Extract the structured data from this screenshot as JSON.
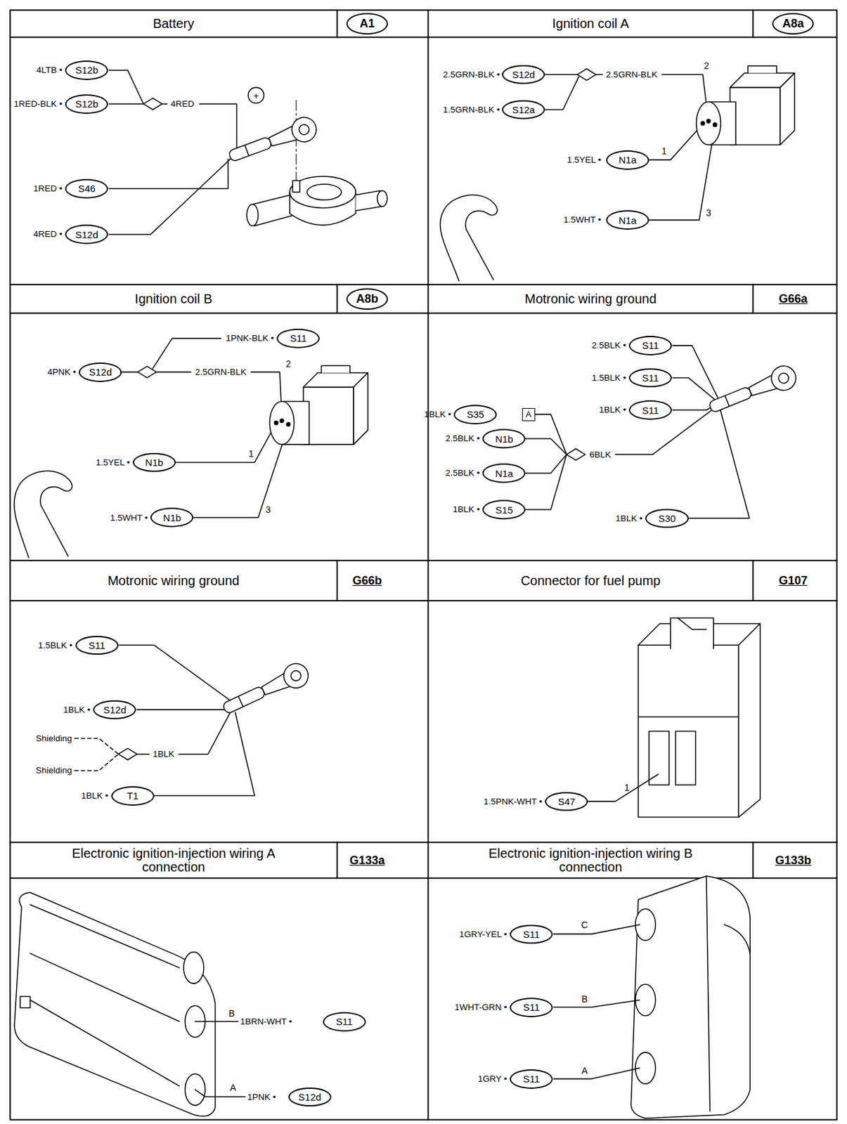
{
  "diagram": {
    "nodes": [
      {
        "text": [
          "Battery"
        ]
      },
      {
        "text": [
          "A1"
        ],
        "in": 0
      },
      {
        "text": [
          "S12b"
        ],
        "in": 0
      },
      {
        "text": [
          "S12b"
        ],
        "in": 0
      },
      {
        "text": [
          "S46"
        ],
        "in": 0
      },
      {
        "text": [
          "S12d"
        ],
        "in": 0
      },
      {
        "text": [
          "Ignition coil A"
        ]
      },
      {
        "text": [
          "A8a"
        ],
        "in": 6
      },
      {
        "text": [
          "S12d"
        ],
        "in": 6
      },
      {
        "text": [
          "S12a"
        ],
        "in": 6
      },
      {
        "text": [
          "N1a"
        ],
        "in": 6
      },
      {
        "text": [
          "N1a"
        ],
        "in": 6
      },
      {
        "text": [
          "Ignition coil B"
        ]
      },
      {
        "text": [
          "A8b"
        ],
        "in": 12
      },
      {
        "text": [
          "S11"
        ],
        "in": 12
      },
      {
        "text": [
          "S12d"
        ],
        "in": 12
      },
      {
        "text": [
          "N1b"
        ],
        "in": 12
      },
      {
        "text": [
          "N1b"
        ],
        "in": 12
      },
      {
        "text": [
          "Motronic wiring ground"
        ]
      },
      {
        "text": [
          "G66a"
        ],
        "in": 18
      },
      {
        "text": [
          "S11"
        ],
        "in": 18
      },
      {
        "text": [
          "S11"
        ],
        "in": 18
      },
      {
        "text": [
          "S11"
        ],
        "in": 18
      },
      {
        "text": [
          "S35"
        ],
        "in": 18
      },
      {
        "text": [
          "A"
        ],
        "in": 18
      },
      {
        "text": [
          "N1b"
        ],
        "in": 18
      },
      {
        "text": [
          "N1a"
        ],
        "in": 18
      },
      {
        "text": [
          "S15"
        ],
        "in": 18
      },
      {
        "text": [
          "S30"
        ],
        "in": 18
      },
      {
        "text": [
          "Motronic wiring ground"
        ]
      },
      {
        "text": [
          "G66b"
        ],
        "in": 29
      },
      {
        "text": [
          "S11"
        ],
        "in": 29
      },
      {
        "text": [
          "S12d"
        ],
        "in": 29
      },
      {
        "text": [
          "T1"
        ],
        "in": 29
      },
      {
        "text": [
          "Connector for fuel pump"
        ]
      },
      {
        "text": [
          "G107"
        ],
        "in": 34
      },
      {
        "text": [
          "S47"
        ],
        "in": 34
      },
      {
        "text": [
          "Electronic ignition-injection wiring A connection"
        ]
      },
      {
        "text": [
          "G133a"
        ],
        "in": 37
      },
      {
        "text": [
          "S11"
        ],
        "in": 37
      },
      {
        "text": [
          "S12d"
        ],
        "in": 37
      },
      {
        "text": [
          "Electronic ignition-injection wiring B connection"
        ]
      },
      {
        "text": [
          "G133b"
        ],
        "in": 41
      },
      {
        "text": [
          "S11"
        ],
        "in": 41
      },
      {
        "text": [
          "S11"
        ],
        "in": 41
      },
      {
        "text": [
          "S11"
        ],
        "in": 41
      }
    ],
    "labels": [
      "4LTB •",
      "1RED-BLK •",
      "4RED",
      "+",
      "1RED •",
      "4RED •",
      "2.5GRN-BLK •",
      "1.5GRN-BLK •",
      "2.5GRN-BLK",
      "2",
      "1.5YEL •",
      "1",
      "1.5WHT •",
      "3",
      "1PNK-BLK •",
      "4PNK •",
      "2.5GRN-BLK",
      "2",
      "1.5YEL •",
      "1",
      "1.5WHT •",
      "3",
      "2.5BLK •",
      "1.5BLK •",
      "1BLK •",
      "1BLK •",
      "2.5BLK •",
      "2.5BLK •",
      "1BLK •",
      "6BLK",
      "1BLK •",
      "1.5BLK •",
      "1BLK •",
      "Shielding",
      "Shielding",
      "1BLK",
      "1BLK •",
      "1.5PNK-WHT •",
      "1",
      "B",
      "1BRN-WHT •",
      "A",
      "1PNK •",
      "1GRY-YEL •",
      "C",
      "1WHT-GRN •",
      "B",
      "1GRY •",
      "A"
    ]
  }
}
